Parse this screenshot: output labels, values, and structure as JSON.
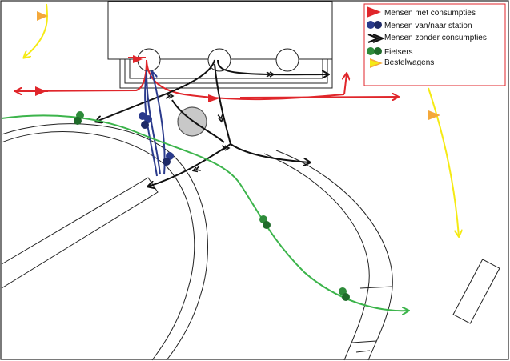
{
  "legend": {
    "items": [
      {
        "label": "Mensen met consumpties",
        "icon": "red-arrow-icon",
        "color": "#e0262b"
      },
      {
        "label": "Mensen van/naar station",
        "icon": "blue-people-icon",
        "color": "#2a3a8c"
      },
      {
        "label": "Mensen zonder consumpties",
        "icon": "black-arrow-icon",
        "color": "#111111"
      },
      {
        "label": "Fietsers",
        "icon": "green-bikes-icon",
        "color": "#2e8b3a"
      },
      {
        "label": "Bestelwagens",
        "icon": "yellow-arrow-icon",
        "color": "#f0e000"
      }
    ]
  },
  "colors": {
    "red": "#e0262b",
    "blue": "#2a3a8c",
    "black": "#111111",
    "green": "#3cb44b",
    "yellow": "#f5ea14",
    "orange": "#f4a83a",
    "gray_pillar": "#c8c8c8"
  }
}
